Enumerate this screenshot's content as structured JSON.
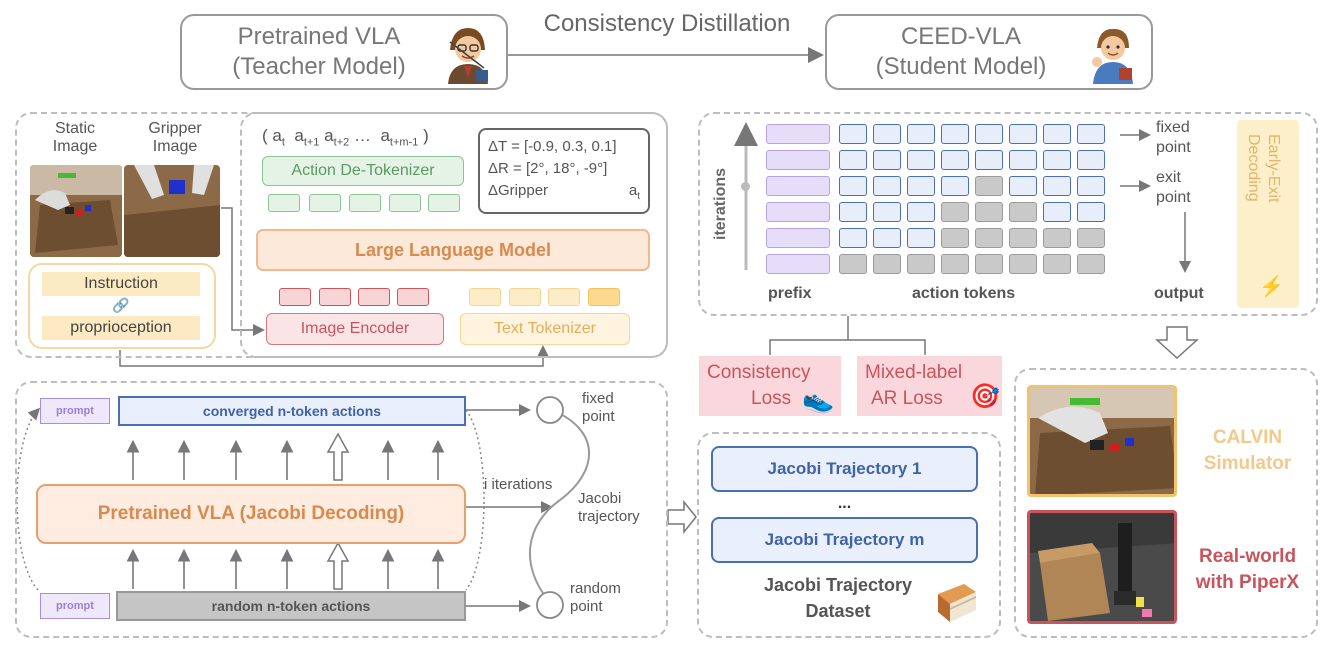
{
  "header": {
    "teacher_line1": "Pretrained VLA",
    "teacher_line2": "(Teacher Model)",
    "distill_label": "Consistency Distillation",
    "student_line1": "CEED-VLA",
    "student_line2": "(Student Model)"
  },
  "vla_panel": {
    "static_image_line1": "Static",
    "static_image_line2": "Image",
    "gripper_image_line1": "Gripper",
    "gripper_image_line2": "Image",
    "instruction": "Instruction",
    "proprioception": "proprioception",
    "action_seq_open": "( a",
    "action_seq_t": "t",
    "action_seq_a1": "a",
    "action_seq_t1": "t+1",
    "action_seq_a2": "a",
    "action_seq_t2": "t+2",
    "action_seq_dots": "…",
    "action_seq_a3": "a",
    "action_seq_t3": "t+m-1",
    "action_seq_close": ")",
    "action_detokenizer": "Action De-Tokenizer",
    "llm": "Large Language Model",
    "image_encoder": "Image Encoder",
    "text_tokenizer": "Text Tokenizer",
    "delta_t": "ΔT = [-0.9, 0.3, 0.1]",
    "delta_r": "ΔR = [2°, 18°, -9°]",
    "delta_gripper": "ΔGripper",
    "delta_at": "a",
    "delta_at_sub": "t"
  },
  "jacobi_panel": {
    "prompt_top": "prompt",
    "converged": "converged n-token actions",
    "pretrained": "Pretrained VLA  (Jacobi Decoding)",
    "prompt_bottom": "prompt",
    "random": "random n-token actions",
    "fixed_point_line1": "fixed",
    "fixed_point_line2": "point",
    "i_iterations": "i iterations",
    "jacobi_traj_line1": "Jacobi",
    "jacobi_traj_line2": "trajectory",
    "random_point_line1": "random",
    "random_point_line2": "point"
  },
  "early_exit_panel": {
    "iterations": "iterations",
    "prefix": "prefix",
    "action_tokens": "action tokens",
    "fixed_point_line1": "fixed",
    "fixed_point_line2": "point",
    "exit_point_line1": "exit",
    "exit_point_line2": "point",
    "output": "output",
    "early_exit_line1": "Early-Exit",
    "early_exit_line2": "Decoding"
  },
  "losses": {
    "consistency_line1": "Consistency",
    "consistency_line2": "Loss",
    "mixed_line1": "Mixed-label",
    "mixed_line2": "AR Loss"
  },
  "dataset_panel": {
    "traj1": "Jacobi Trajectory 1",
    "dots": "...",
    "trajm": "Jacobi Trajectory m",
    "dataset_line1": "Jacobi  Trajectory",
    "dataset_line2": "Dataset"
  },
  "eval_panel": {
    "calvin_line1": "CALVIN",
    "calvin_line2": "Simulator",
    "real_line1": "Real-world",
    "real_line2": "with PiperX"
  },
  "colors": {
    "blue": "#4a6fb5",
    "orange": "#e8a06a",
    "red": "#c9545c",
    "green": "#6fb07a",
    "purple": "#a88ee0",
    "gray": "#bfbfbf",
    "pink_bg": "#f9d7dc",
    "calvin_text": "#f2c98a",
    "real_text": "#c9545c"
  }
}
